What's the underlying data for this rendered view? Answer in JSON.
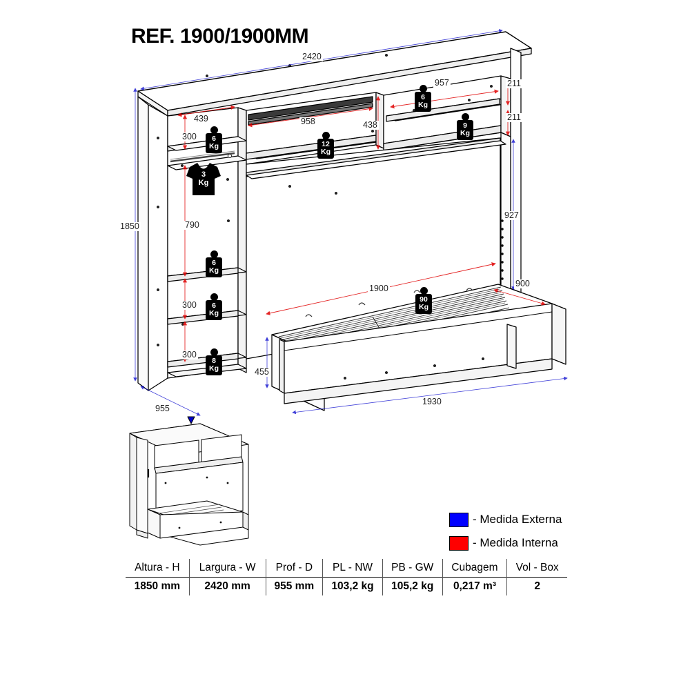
{
  "title": "REF. 1900/1900MM",
  "legend": {
    "items": [
      {
        "label": "- Medida Externa",
        "color": "#0000FF",
        "name": "external-measure"
      },
      {
        "label": "- Medida Interna",
        "color": "#FF0000",
        "name": "internal-measure"
      }
    ]
  },
  "spec_table": {
    "headers": [
      "Altura - H",
      "Largura - W",
      "Prof - D",
      "PL - NW",
      "PB - GW",
      "Cubagem",
      "Vol - Box"
    ],
    "values": [
      "1850 mm",
      "2420 mm",
      "955 mm",
      "103,2 kg",
      "105,2 kg",
      "0,217 m³",
      "2"
    ]
  },
  "dimensions": {
    "overall_width": "2420",
    "overall_height": "1850",
    "overall_depth": "955",
    "left_shelf_width": "439",
    "left_shelf_gap_1": "300",
    "hanging_height": "790",
    "left_shelf_gap_2": "300",
    "left_shelf_gap_3": "300",
    "center_width": "958",
    "center_height": "438",
    "right_width": "957",
    "right_gap_1": "211",
    "right_gap_2": "211",
    "right_column_height": "927",
    "bed_length": "1900",
    "bed_width": "900",
    "bed_base_height": "455",
    "bed_outer_length": "1930"
  },
  "weights": [
    {
      "id": "left-top-shelf",
      "value": "6",
      "unit": "Kg",
      "type": "box"
    },
    {
      "id": "wardrobe-rod",
      "value": "3",
      "unit": "Kg",
      "type": "shirt"
    },
    {
      "id": "left-mid-shelf",
      "value": "6",
      "unit": "Kg",
      "type": "box"
    },
    {
      "id": "left-lower-shelf",
      "value": "6",
      "unit": "Kg",
      "type": "box"
    },
    {
      "id": "left-bottom-shelf",
      "value": "8",
      "unit": "Kg",
      "type": "box"
    },
    {
      "id": "center-shelf",
      "value": "12",
      "unit": "Kg",
      "type": "box"
    },
    {
      "id": "right-top-shelf",
      "value": "6",
      "unit": "Kg",
      "type": "box"
    },
    {
      "id": "right-lower-shelf",
      "value": "9",
      "unit": "Kg",
      "type": "box"
    },
    {
      "id": "bed-slats",
      "value": "90",
      "unit": "Kg",
      "type": "box"
    }
  ],
  "colors": {
    "external": "#0000FF",
    "internal": "#FF0000",
    "line": "#000000"
  }
}
